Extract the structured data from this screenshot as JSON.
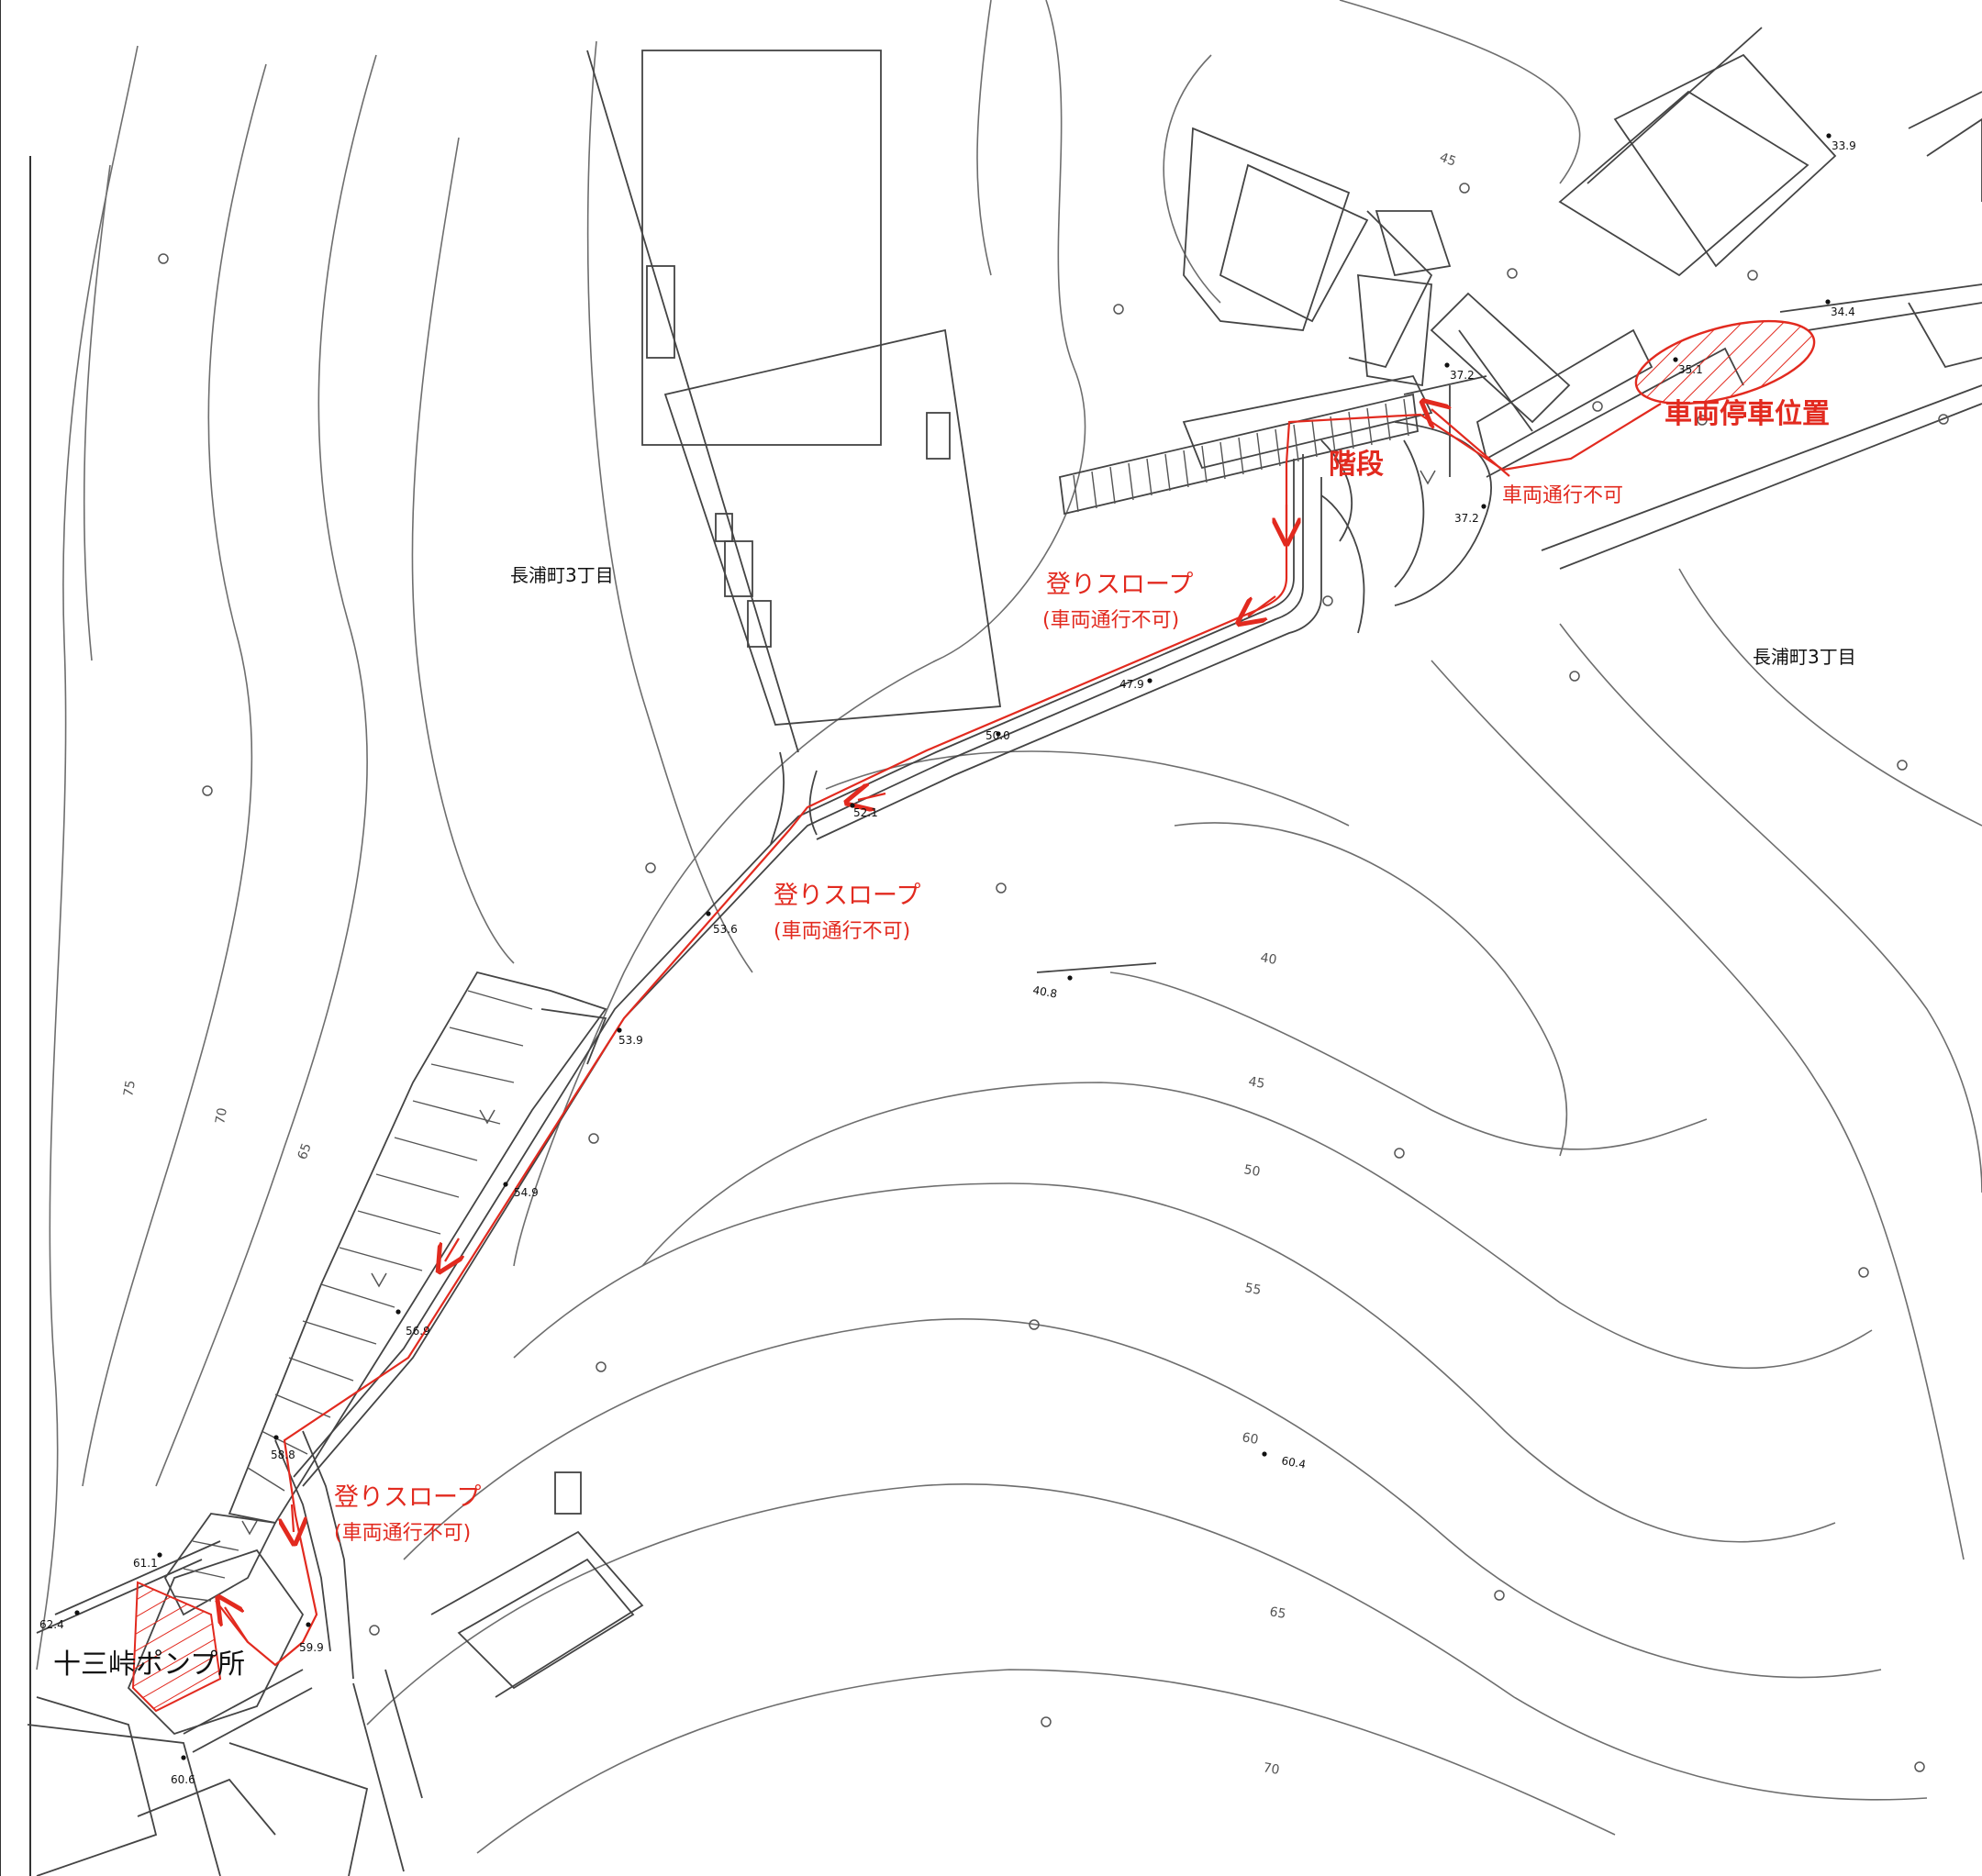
{
  "place_labels": {
    "area_west": "長浦町3丁目",
    "area_east": "長浦町3丁目",
    "facility": "十三峠ポンプ所"
  },
  "route_labels": {
    "stop_position": "車両停車位置",
    "stairs": "階段",
    "no_vehicle_top": "車両通行不可",
    "slope_1_title": "登りスロープ",
    "slope_1_note": "(車両通行不可)",
    "slope_2_title": "登りスロープ",
    "slope_2_note": "(車両通行不可)",
    "slope_3_title": "登りスロープ",
    "slope_3_note": "(車両通行不可)"
  },
  "spot_heights": [
    "33.9",
    "34.4",
    "35.1",
    "37.2",
    "37.2",
    "47.9",
    "50.0",
    "52.1",
    "53.6",
    "53.9",
    "54.9",
    "56.9",
    "58.8",
    "59.9",
    "61.1",
    "62.4",
    "60.6",
    "40.8",
    "60.4"
  ],
  "contour_values": [
    "45",
    "40",
    "45",
    "50",
    "55",
    "60",
    "65",
    "70",
    "75",
    "70",
    "65"
  ],
  "colors": {
    "route": "#e22a1f",
    "contour": "#6e6e6e",
    "text": "#111111"
  },
  "icons": [
    "tree-symbol-icon",
    "slope-v-icon",
    "route-arrow-icon"
  ]
}
